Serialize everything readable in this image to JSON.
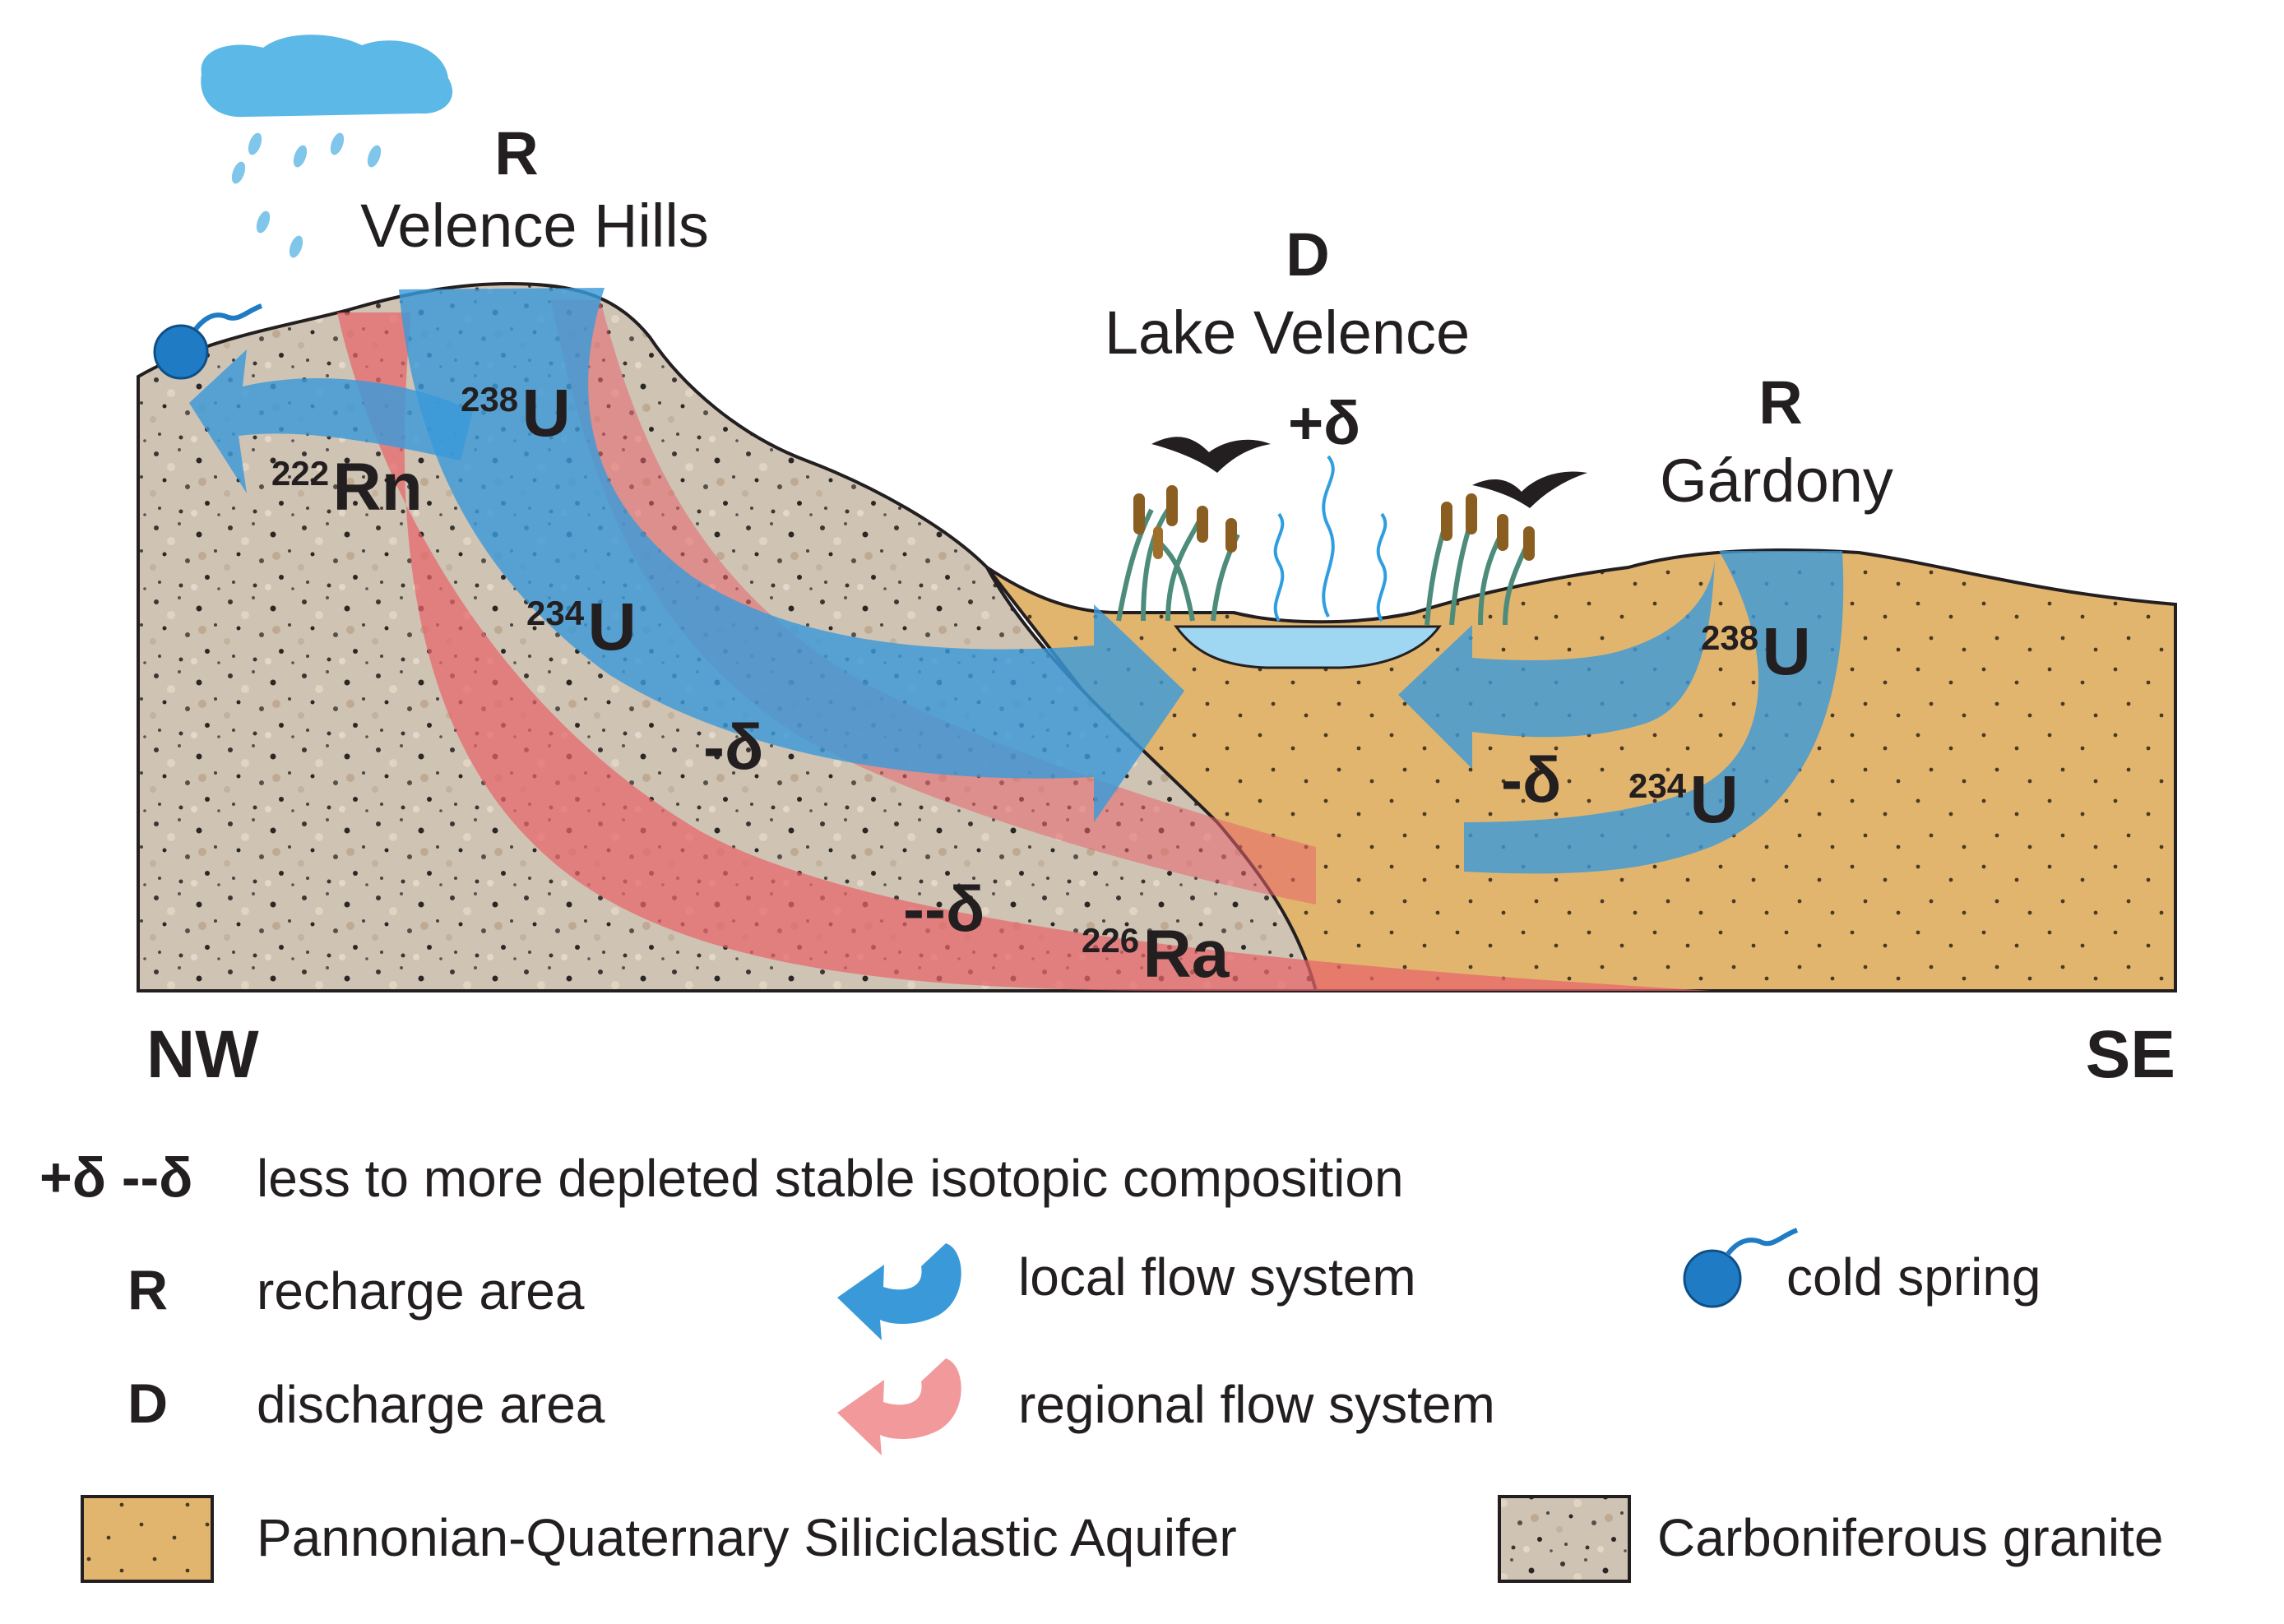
{
  "cross_section": {
    "left_area": {
      "type": "R",
      "name": "Velence Hills"
    },
    "lake_area": {
      "type": "D",
      "name": "Lake Velence",
      "delta": "+δ"
    },
    "right_area": {
      "type": "R",
      "name": "Gárdony"
    },
    "direction_left": "NW",
    "direction_right": "SE"
  },
  "flow_labels": {
    "u238_left": {
      "mass": "238",
      "element": "U"
    },
    "u234_left": {
      "mass": "234",
      "element": "U"
    },
    "rn222": {
      "mass": "222",
      "element": "Rn"
    },
    "delta_local_left": "-δ",
    "delta_regional": "--δ",
    "ra226": {
      "mass": "226",
      "element": "Ra"
    },
    "u238_right": {
      "mass": "238",
      "element": "U"
    },
    "u234_right": {
      "mass": "234",
      "element": "U"
    },
    "delta_local_right": "-δ"
  },
  "legend": {
    "delta_symbols": "+δ --δ",
    "delta_desc": "less to more depleted stable isotopic composition",
    "r_symbol": "R",
    "r_desc": "recharge area",
    "d_symbol": "D",
    "d_desc": "discharge area",
    "local_flow": "local flow system",
    "regional_flow": "regional flow system",
    "cold_spring": "cold spring",
    "aquifer": "Pannonian-Quaternary Siliciclastic Aquifer",
    "granite": "Carboniferous granite"
  },
  "colors": {
    "local_flow": "#3a9ad9",
    "regional_flow": "#e8656b",
    "aquifer": "#e2b56f",
    "granite": "#cfc3b3",
    "lake": "#9fd6f2",
    "cloud": "#5cb8e6"
  }
}
